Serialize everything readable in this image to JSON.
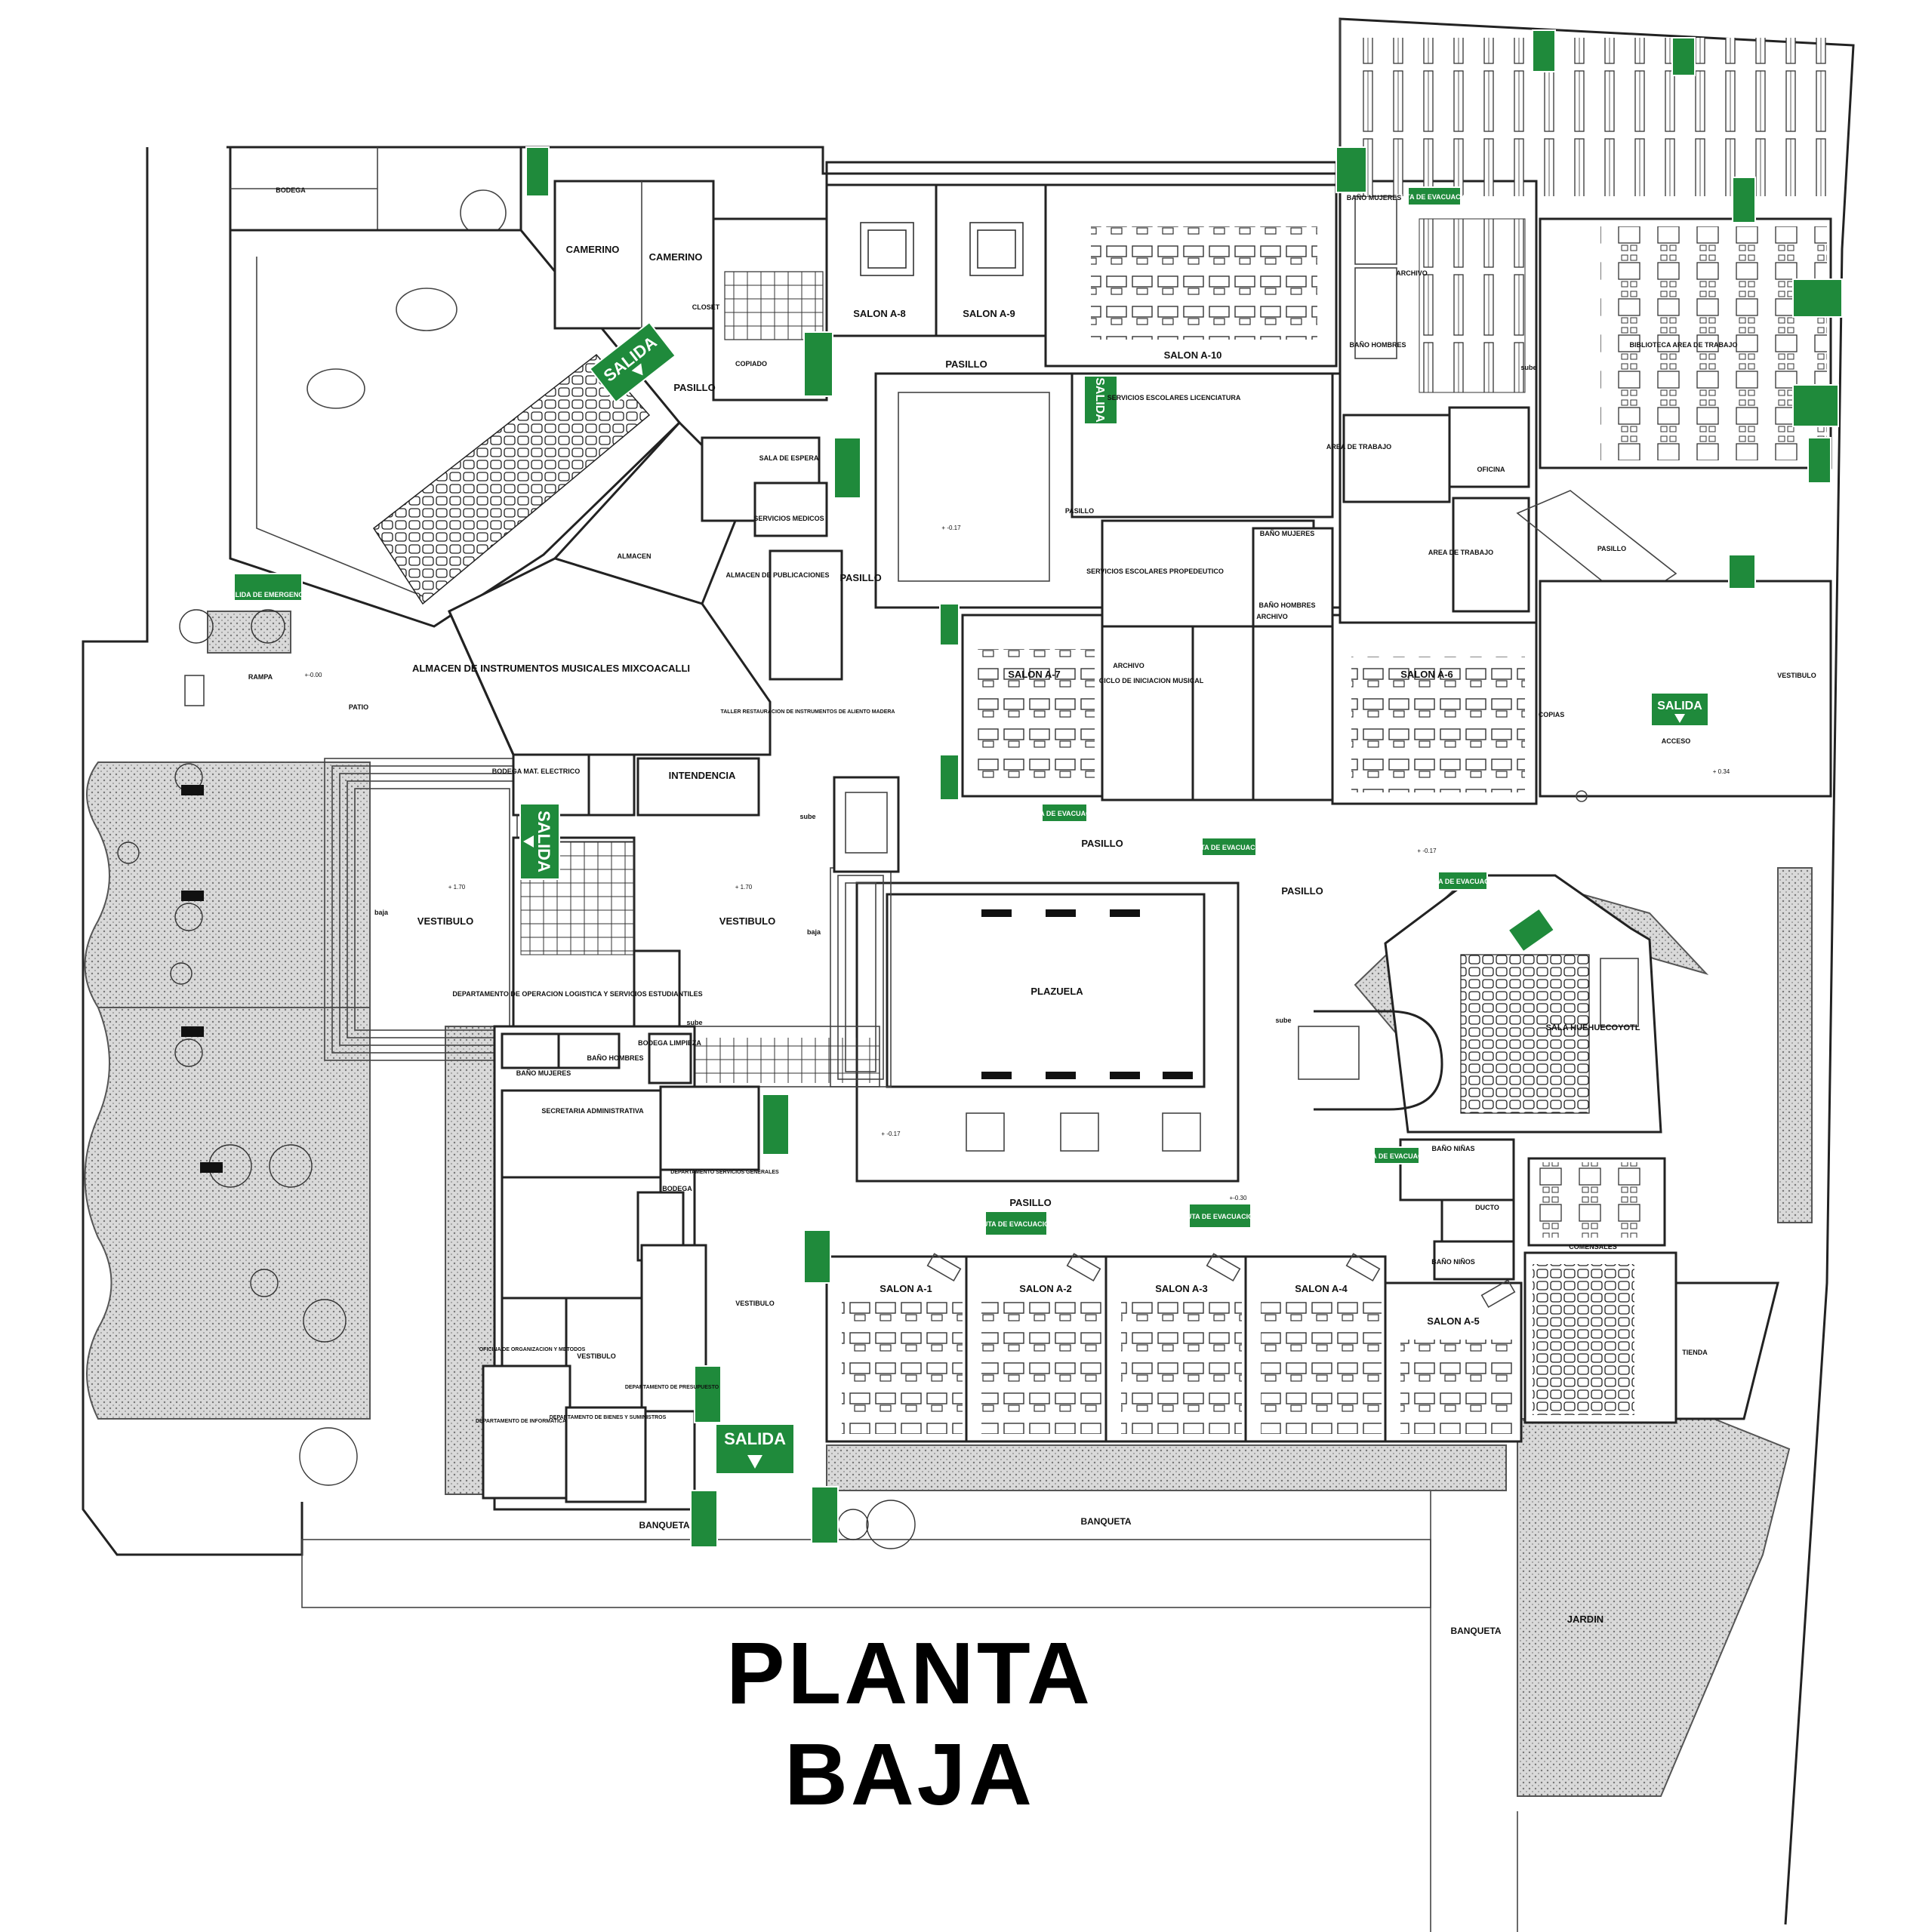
{
  "title": "PLANTA BAJA",
  "colors": {
    "exit_sign": "#1f8a3b",
    "walls": "#222222",
    "background": "#ffffff"
  },
  "spaces": {
    "bodega": "BODEGA",
    "camerino_1": "CAMERINO",
    "camerino_2": "CAMERINO",
    "closet": "CLOSET",
    "copiado": "COPIADO",
    "pasillo_top": "PASILLO",
    "salon_a8": "SALON A-8",
    "salon_a9": "SALON A-9",
    "salon_a10": "SALON A-10",
    "pasillo_a8": "PASILLO",
    "sala_espera": "SALA DE ESPERA",
    "servicios_medicos": "SERVICIOS MEDICOS",
    "almacen": "ALMACEN",
    "almacen_publicaciones": "ALMACEN DE PUBLICACIONES",
    "almacen_instrumentos": "ALMACEN DE INSTRUMENTOS MUSICALES MIXCOACALLI",
    "taller_restauracion": "TALLER RESTAURACION DE INSTRUMENTOS DE ALIENTO MADERA",
    "pasillo_mid": "PASILLO",
    "patio": "PATIO",
    "rampa": "RAMPA",
    "bodega_mat": "BODEGA MAT. ELECTRICO",
    "intendencia": "INTENDENCIA",
    "vestibulo_left": "VESTIBULO",
    "vestibulo_center": "VESTIBULO",
    "vestibulo_bottom": "VESTIBULO",
    "baja_1": "baja",
    "baja_2": "baja",
    "sube_1": "sube",
    "sube_2": "sube",
    "sube_3": "sube",
    "sube_4": "sube",
    "servicios_escolares_lic": "SERVICIOS ESCOLARES LICENCIATURA",
    "servicios_escolares_prop": "SERVICIOS ESCOLARES PROPEDEUTICO",
    "ciclo_iniciacion": "CICLO DE INICIACION MUSICAL",
    "archivo_1": "ARCHIVO",
    "archivo_2": "ARCHIVO",
    "archivo_3": "ARCHIVO",
    "pasillo_a7": "PASILLO",
    "salon_a7": "SALON A-7",
    "salon_a6": "SALON A-6",
    "bano_mujeres_1": "BAÑO MUJERES",
    "bano_hombres_1": "BAÑO HOMBRES",
    "bano_mujeres_2": "BAÑO MUJERES",
    "bano_hombres_2": "BAÑO HOMBRES",
    "bano_mujeres_3": "BAÑO MUJERES",
    "bano_hombres_3": "BAÑO HOMBRES",
    "area_trabajo_1": "AREA DE TRABAJO",
    "area_trabajo_2": "AREA DE TRABAJO",
    "oficina": "OFICINA",
    "biblioteca": "BIBLIOTECA AREA DE TRABAJO",
    "pasillo_bib": "PASILLO",
    "copias": "COPIAS",
    "vestibulo_right": "VESTIBULO",
    "acceso": "ACCESO",
    "pasillo_a6": "PASILLO",
    "pasillo_plaza": "PASILLO",
    "plazuela": "PLAZUELA",
    "sala_huehuecoyotl": "SALA HUEHUECOYOTL",
    "depto_logistica": "DEPARTAMENTO DE OPERACION LOGISTICA Y SERVICIOS ESTUDIANTILES",
    "bodega_limpieza": "BODEGA LIMPIEZA",
    "secretaria_admin": "SECRETARIA ADMINISTRATIVA",
    "depto_servicios_gen": "DEPARTAMENTO SERVICIOS GENERALES",
    "bodega_2": "BODEGA",
    "oficina_organizacion": "OFICINA DE ORGANIZACION Y METODOS",
    "depto_informatica": "DEPARTAMENTO DE INFORMATICA",
    "depto_bienes": "DEPARTAMENTO DE BIENES Y SUMINISTROS",
    "depto_presupuesto": "DEPARTAMENTO DE PRESUPUESTO",
    "vestibulo_small": "VESTIBULO",
    "pasillo_salones": "PASILLO",
    "salon_a1": "SALON A-1",
    "salon_a2": "SALON A-2",
    "salon_a3": "SALON A-3",
    "salon_a4": "SALON A-4",
    "salon_a5": "SALON A-5",
    "bano_ninas": "BAÑO NIÑAS",
    "bano_ninos": "BAÑO NIÑOS",
    "ducto": "DUCTO",
    "comensales": "COMENSALES",
    "tienda": "TIENDA",
    "jardin": "JARDIN",
    "banqueta_1": "BANQUETA",
    "banqueta_2": "BANQUETA",
    "banqueta_3": "BANQUETA"
  },
  "signs": {
    "salida_1": "SALIDA",
    "salida_2": "SALIDA",
    "salida_3": "SALIDA",
    "salida_4": "SALIDA",
    "salida_5": "SALIDA",
    "salida_emergencia": "SALIDA DE EMERGENCIA",
    "ruta_1": "RUTA DE EVACUACION",
    "ruta_2": "RUTA DE EVACUACION",
    "ruta_3": "RUTA DE EVACUACION",
    "ruta_4": "RUTA DE EVACUACION",
    "ruta_5": "RUTA DE EVACUACION",
    "ruta_6": "RUTA DE EVACUACION",
    "ruta_7": "RUTA DE EVACUACION"
  },
  "levels": {
    "l_patio": "+-0.00",
    "l_vest": "+ 1.70",
    "l_vest2": "+ 1.70",
    "l_017a": "+ -0.17",
    "l_017b": "+ -0.17",
    "l_017c": "+ -0.17",
    "l_030": "+-0.30",
    "l_034": "+ 0.34"
  }
}
